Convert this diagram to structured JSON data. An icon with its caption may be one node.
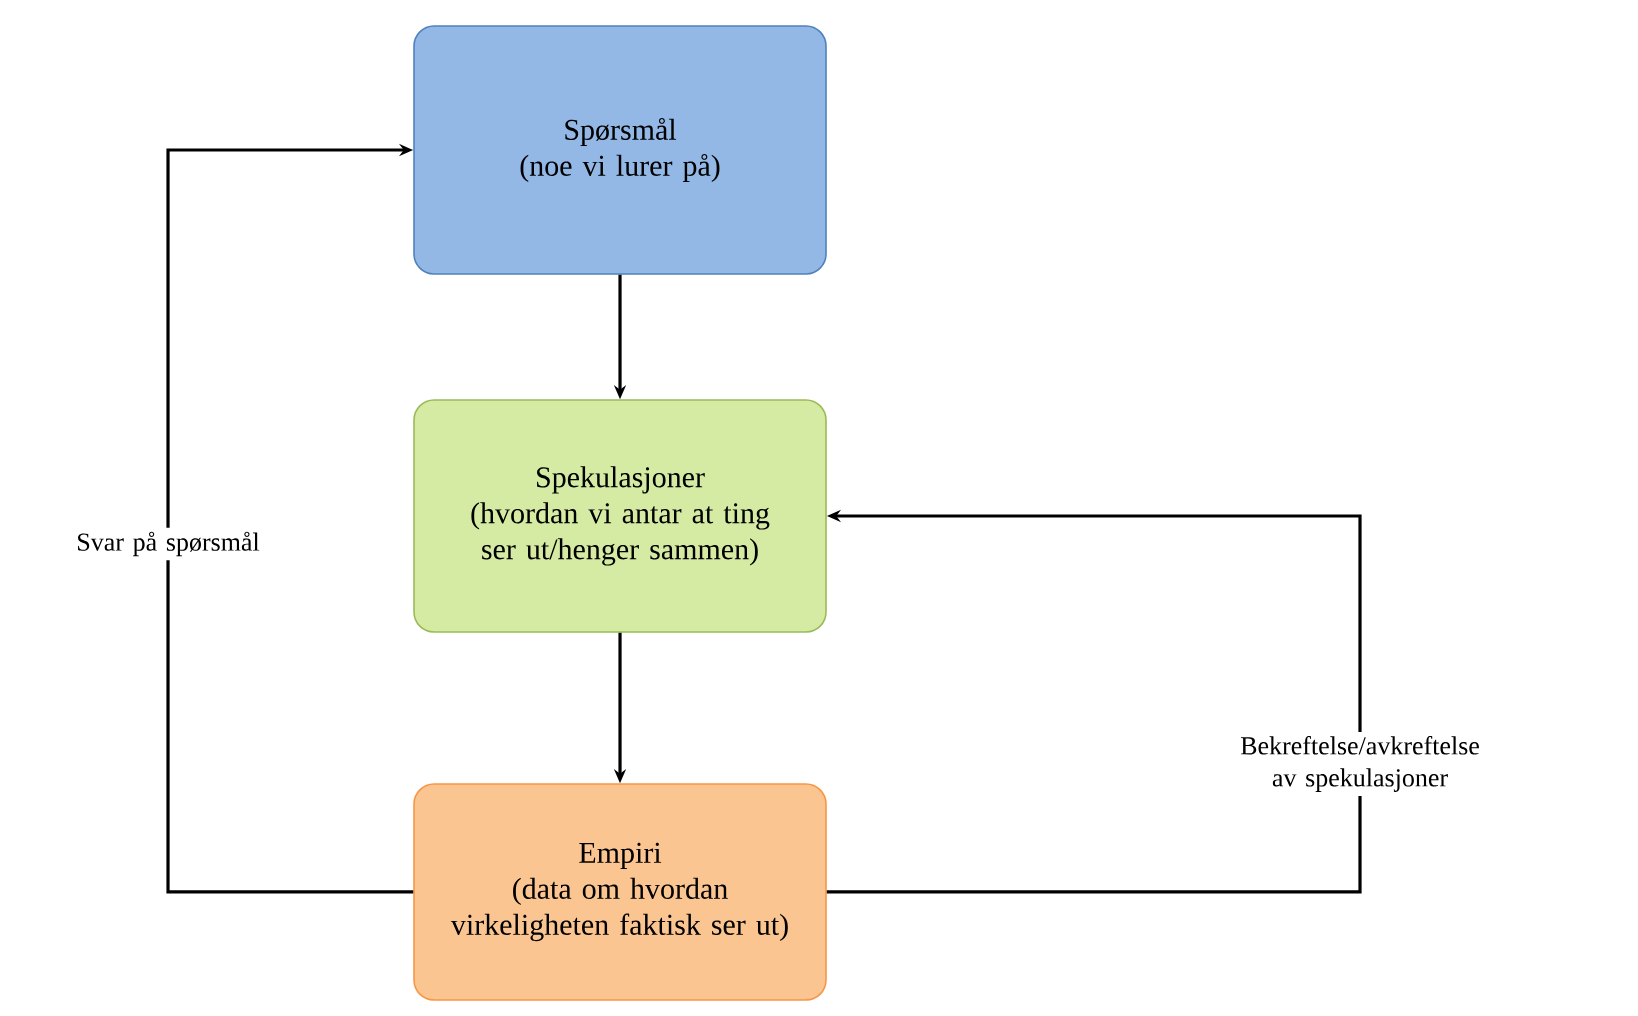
{
  "diagram": {
    "nodes": [
      {
        "text": [
          "Spørsmål",
          "(noe vi lurer på)"
        ]
      },
      {
        "text": [
          "Spekulasjoner",
          "(hvordan vi antar at ting ser ut/henger sammen)"
        ]
      },
      {
        "text": [
          "Empiri",
          "(data om hvordan virkeligheten faktisk ser ut)"
        ]
      }
    ],
    "edges": [
      {
        "from": 0,
        "to": 1,
        "arrow": "to"
      },
      {
        "from": 1,
        "to": 2,
        "arrow": "to"
      },
      {
        "from": 2,
        "to": 0,
        "arrow": "to",
        "label": "Svar på spørsmål"
      },
      {
        "from": 2,
        "to": 1,
        "arrow": "to",
        "label": "Bekreftelse/avkreftelse av spekulasjoner"
      }
    ]
  }
}
